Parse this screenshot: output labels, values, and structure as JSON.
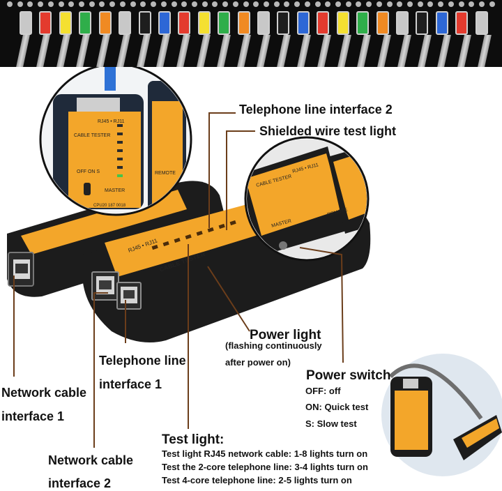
{
  "labels": {
    "telephone_line_interface_2": "Telephone line interface 2",
    "shielded_wire_test_light": "Shielded wire test light",
    "power_light": "Power light",
    "power_light_note_1": "(flashing continuously",
    "power_light_note_2": "after power on)",
    "power_switch": "Power switch",
    "off_line": "OFF: off",
    "on_line": "ON: Quick test",
    "s_line": "S: Slow test",
    "telephone_line_interface_1_a": "Telephone line",
    "telephone_line_interface_1_b": "interface 1",
    "network_cable_interface_1_a": "Network cable",
    "network_cable_interface_1_b": "interface 1",
    "network_cable_interface_2_a": "Network cable",
    "network_cable_interface_2_b": "interface 2",
    "test_light": "Test light:",
    "test_light_line_1": "Test light RJ45 network cable: 1-8 lights turn on",
    "test_light_line_2": "Test the 2-core telephone line: 3-4 lights turn on",
    "test_light_line_3": "Test 4-core telephone line: 2-5 lights turn on"
  },
  "device_text": {
    "cable_tester": "CABLE TESTER",
    "rj45_rj11": "RJ45 • RJ11",
    "master": "MASTER",
    "remote": "REMOTE",
    "off_on_s": "OFF ON S",
    "bs_468": "BS-468",
    "cpu": "CPU20 187 0018"
  },
  "colors": {
    "device_body": "#1c1c1c",
    "device_panel": "#f3a62a",
    "leader_line": "#6b3d1a",
    "led_green": "#46c44a"
  },
  "port_colors": [
    "#c8c8c8",
    "#e33b2e",
    "#f4e031",
    "#2fae4a",
    "#f08a23",
    "#c8c8c8",
    "#1e1e1e",
    "#2d67d6",
    "#e33b2e",
    "#f4e031",
    "#2fae4a",
    "#f08a23",
    "#c8c8c8",
    "#1e1e1e",
    "#2d67d6",
    "#e33b2e",
    "#f4e031",
    "#2fae4a",
    "#f08a23",
    "#c8c8c8",
    "#1e1e1e",
    "#2d67d6",
    "#e33b2e",
    "#c8c8c8"
  ]
}
